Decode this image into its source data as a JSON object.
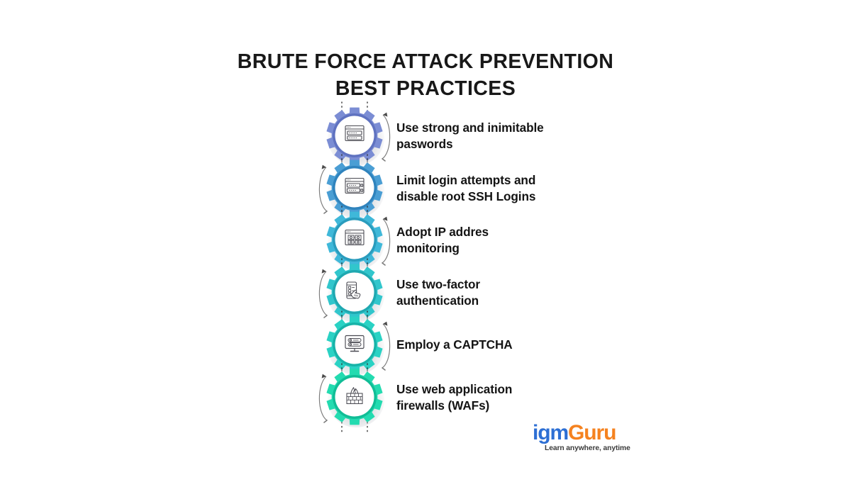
{
  "page": {
    "background_color": "#ffffff",
    "title": "BRUTE FORCE ATTACK PREVENTION\nBEST PRACTICES",
    "title_color": "#181818"
  },
  "steps": [
    {
      "index": "1",
      "label": "Use strong and inimitable\npaswords",
      "icon": "browser-password-form-icon",
      "gear_color": "#7b8dd4",
      "gear_color_dark": "#5f72c0",
      "arrow_side": "right"
    },
    {
      "index": "2",
      "label": "Limit login attempts and\ndisable root SSH Logins",
      "icon": "browser-login-fields-icon",
      "gear_color": "#4a9ed4",
      "gear_color_dark": "#2f83bd",
      "arrow_side": "left"
    },
    {
      "index": "3",
      "label": "Adopt IP addres\nmonitoring",
      "icon": "browser-network-puzzle-icon",
      "gear_color": "#3fb8d9",
      "gear_color_dark": "#2a9cbd",
      "arrow_side": "right"
    },
    {
      "index": "4",
      "label": "Use two-factor\nauthentication",
      "icon": "smartphone-tap-icon",
      "gear_color": "#31c6cc",
      "gear_color_dark": "#1fa8b0",
      "arrow_side": "left"
    },
    {
      "index": "5",
      "label": "Employ a CAPTCHA",
      "icon": "monitor-captcha-icon",
      "gear_color": "#2ad2c4",
      "gear_color_dark": "#17b3a8",
      "arrow_side": "right"
    },
    {
      "index": "6",
      "label": "Use web application\nfirewalls (WAFs)",
      "icon": "firewall-brick-flame-icon",
      "gear_color": "#23dbb0",
      "gear_color_dark": "#10bd96",
      "arrow_side": "left"
    }
  ],
  "logo": {
    "name_part_1": "igm",
    "name_part_2": "Guru",
    "tagline": "Learn anywhere, anytime",
    "color_part_1": "#2d6fd4",
    "color_part_2": "#f5821f",
    "tagline_color": "#3b3b3b"
  }
}
